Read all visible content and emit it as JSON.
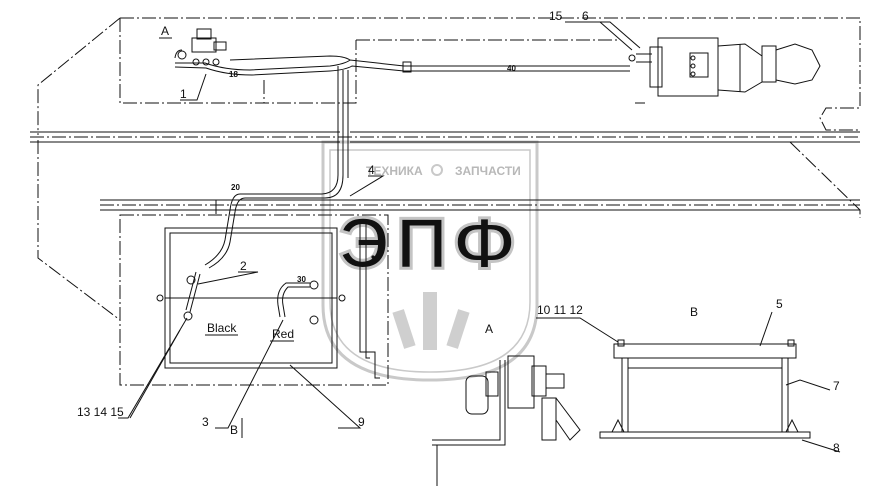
{
  "diagram": {
    "views": {
      "view_a_top": "A",
      "view_a_detail": "A",
      "view_b": "B",
      "view_b_section": "B"
    },
    "callouts": [
      "1",
      "2",
      "3",
      "4",
      "5",
      "6",
      "7",
      "8",
      "9",
      "10 11 12",
      "13 14 15",
      "15"
    ],
    "wire_marks": {
      "w18": "18",
      "w40": "40",
      "w20": "20",
      "w30": "30"
    },
    "terminals": {
      "negative": "Black",
      "positive": "Red"
    }
  },
  "watermark": {
    "left_word": "ТЕХНИКА",
    "right_word": "ЗАПЧАСТИ",
    "logo_letters": "ЭПФ",
    "color": "#c9c9c9"
  }
}
